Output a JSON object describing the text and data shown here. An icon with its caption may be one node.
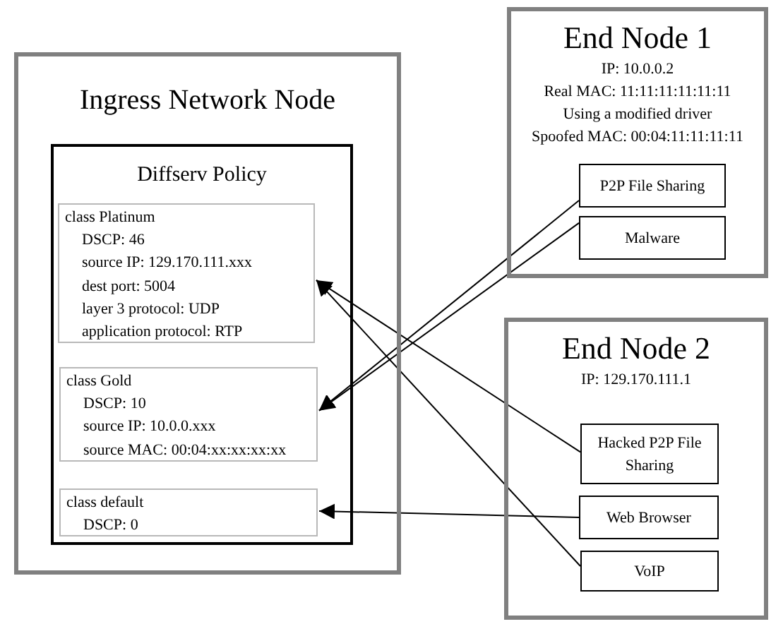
{
  "diagram": {
    "nodes": [
      {
        "text": [
          "Ingress Network Node"
        ]
      },
      {
        "text": [
          "Diffserv Policy"
        ],
        "in": 0
      },
      {
        "text": [
          "class Platinum",
          "DSCP: 46",
          "source IP: 129.170.111.xxx",
          "dest port: 5004",
          "layer 3 protocol: UDP",
          "application protocol: RTP"
        ],
        "in": 1
      },
      {
        "text": [
          "class Gold",
          "DSCP: 10",
          "source IP: 10.0.0.xxx",
          "source MAC: 00:04:xx:xx:xx:xx"
        ],
        "in": 1
      },
      {
        "text": [
          "class default",
          "DSCP: 0"
        ],
        "in": 1
      },
      {
        "text": [
          "End Node 1",
          "IP: 10.0.0.2",
          "Real MAC: 11:11:11:11:11:11",
          "Using a modified driver",
          "Spoofed MAC: 00:04:11:11:11:11"
        ]
      },
      {
        "text": [
          "P2P File Sharing"
        ],
        "in": 5
      },
      {
        "text": [
          "Malware"
        ],
        "in": 5
      },
      {
        "text": [
          "End Node 2",
          "IP: 129.170.111.1"
        ]
      },
      {
        "text": [
          "Hacked P2P File Sharing"
        ],
        "in": 8
      },
      {
        "text": [
          "Web Browser"
        ],
        "in": 8
      },
      {
        "text": [
          "VoIP"
        ],
        "in": 8
      }
    ],
    "edges": [
      {
        "from": 6,
        "to": 3,
        "arrow": "to"
      },
      {
        "from": 7,
        "to": 3,
        "arrow": "to"
      },
      {
        "from": 9,
        "to": 2,
        "arrow": "to"
      },
      {
        "from": 11,
        "to": 2,
        "arrow": "to"
      },
      {
        "from": 10,
        "to": 4,
        "arrow": "to"
      }
    ]
  }
}
